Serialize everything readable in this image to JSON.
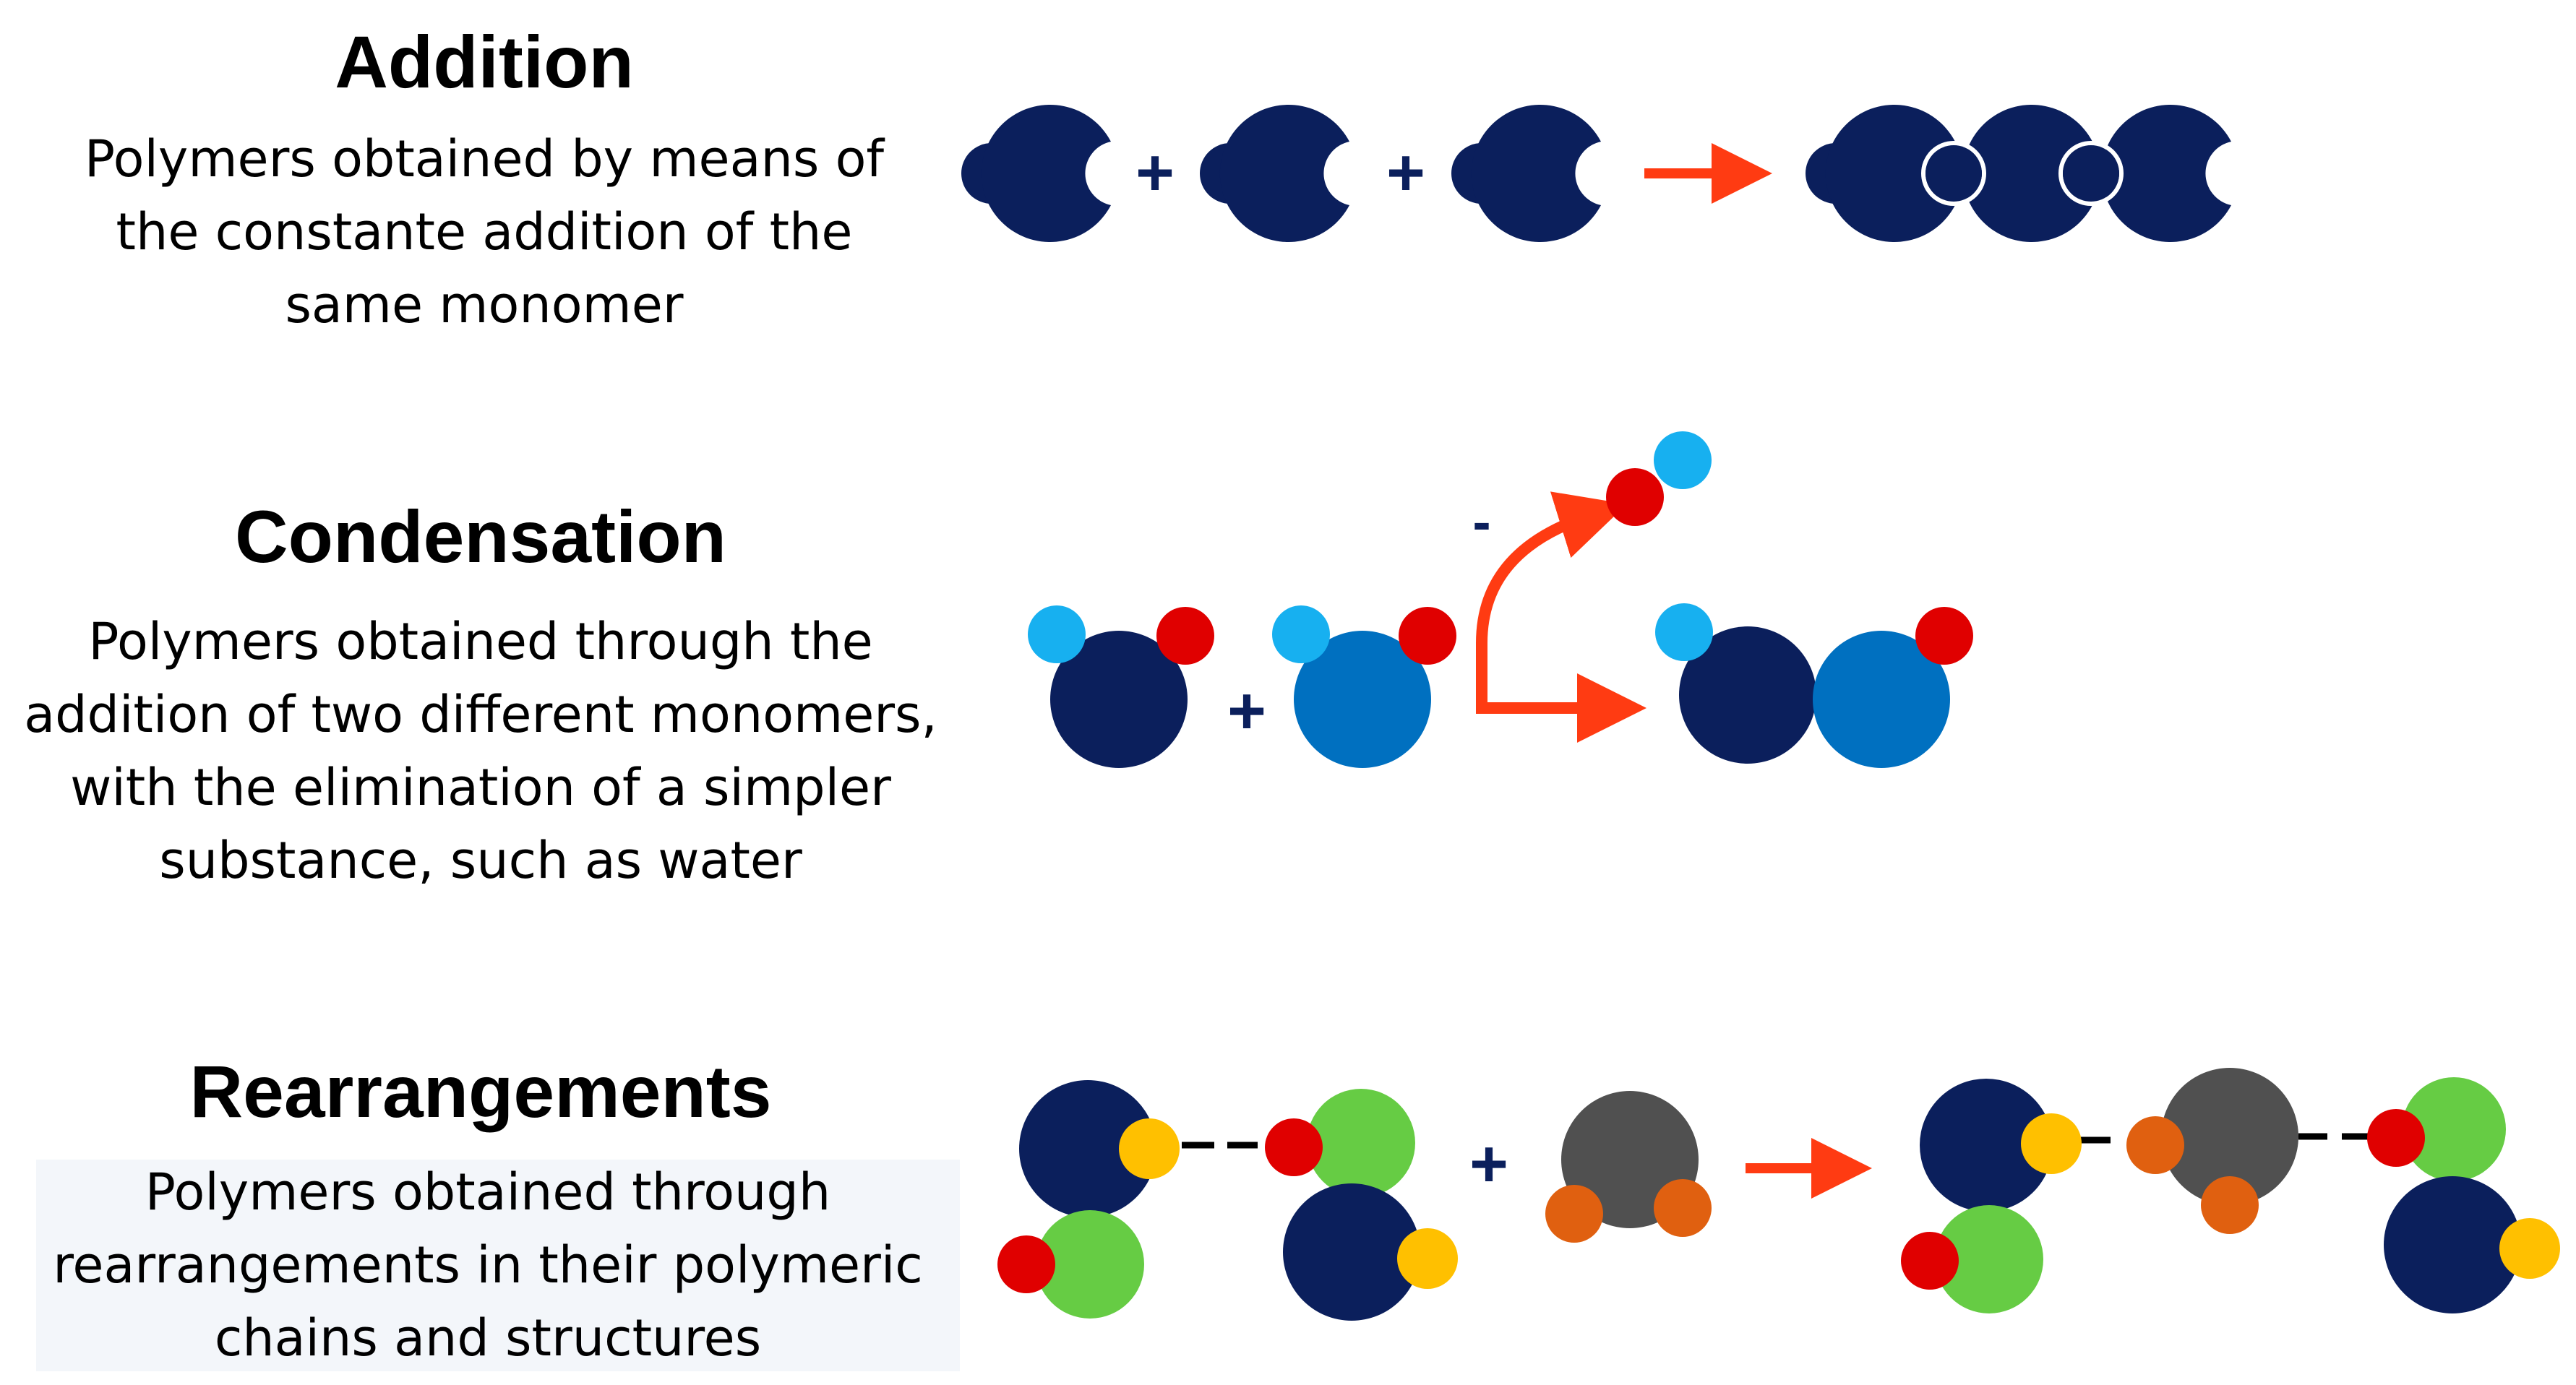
{
  "sections": {
    "addition": {
      "title": "Addition",
      "description": [
        "Polymers obtained by means of",
        "the constante addition of the",
        "same monomer"
      ]
    },
    "condensation": {
      "title": "Condensation",
      "description": [
        "Polymers obtained through the",
        "addition of two different monomers,",
        "with the elimination of a simpler",
        "substance, such as water"
      ],
      "minus_sign": "-"
    },
    "rearrangements": {
      "title": "Rearrangements",
      "description": [
        "Polymers obtained through",
        "rearrangements in their polymeric",
        "chains and structures"
      ]
    }
  },
  "symbols": {
    "plus": "+"
  },
  "colors": {
    "navy": "#0b1f5c",
    "medium_blue": "#0070c0",
    "light_blue": "#17b0f0",
    "red": "#e00000",
    "arrow_orange": "#ff3b12",
    "yellow": "#ffc000",
    "green": "#66cc44",
    "gray": "#505050",
    "orange": "#e06010"
  }
}
